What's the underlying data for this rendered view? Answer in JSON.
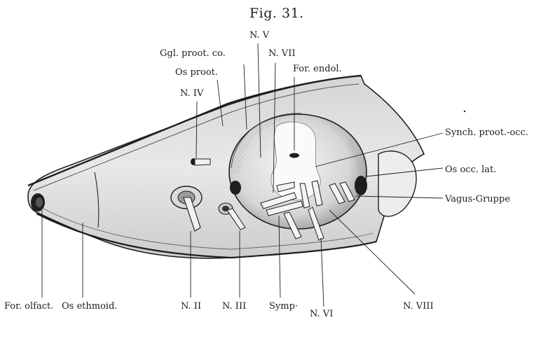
{
  "figure": {
    "title": "Fig. 31."
  },
  "labels": {
    "n_v": "N. V",
    "n_vii": "N. VII",
    "ggl_proot": "Ggl. proot. co.",
    "os_proot": "Os proot.",
    "for_endol": "For. endol.",
    "n_iv": "N. IV",
    "synch": "Synch. proot.-occ.",
    "os_occ": "Os occ. lat.",
    "vagus": "Vagus-Gruppe",
    "for_olfact": "For. olfact.",
    "os_ethmoid": "Os ethmoid.",
    "n_ii": "N. II",
    "n_iii": "N. III",
    "symp": "Symp·",
    "n_viii": "N. VIII",
    "n_vi": "N. VI"
  },
  "colors": {
    "ink": "#1e1e1e",
    "skull": "#e2e2e2",
    "cavity": "#c9c9c9",
    "highlight": "#f4f4f4"
  }
}
